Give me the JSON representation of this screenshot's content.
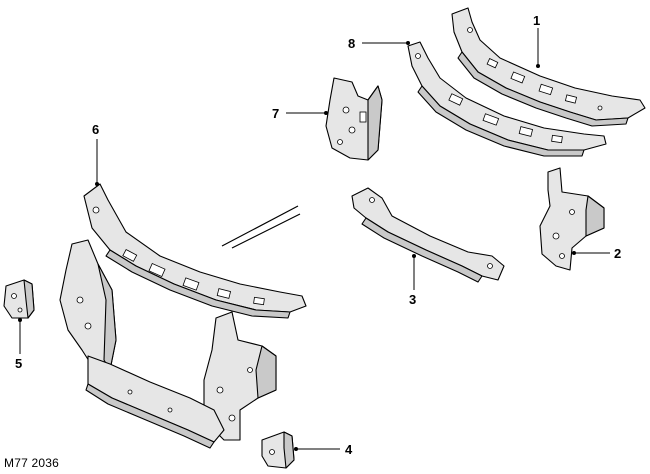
{
  "diagram_code": "M77 2036",
  "callouts": {
    "c1": "1",
    "c2": "2",
    "c3": "3",
    "c4": "4",
    "c5": "5",
    "c6": "6",
    "c7": "7",
    "c8": "8"
  }
}
